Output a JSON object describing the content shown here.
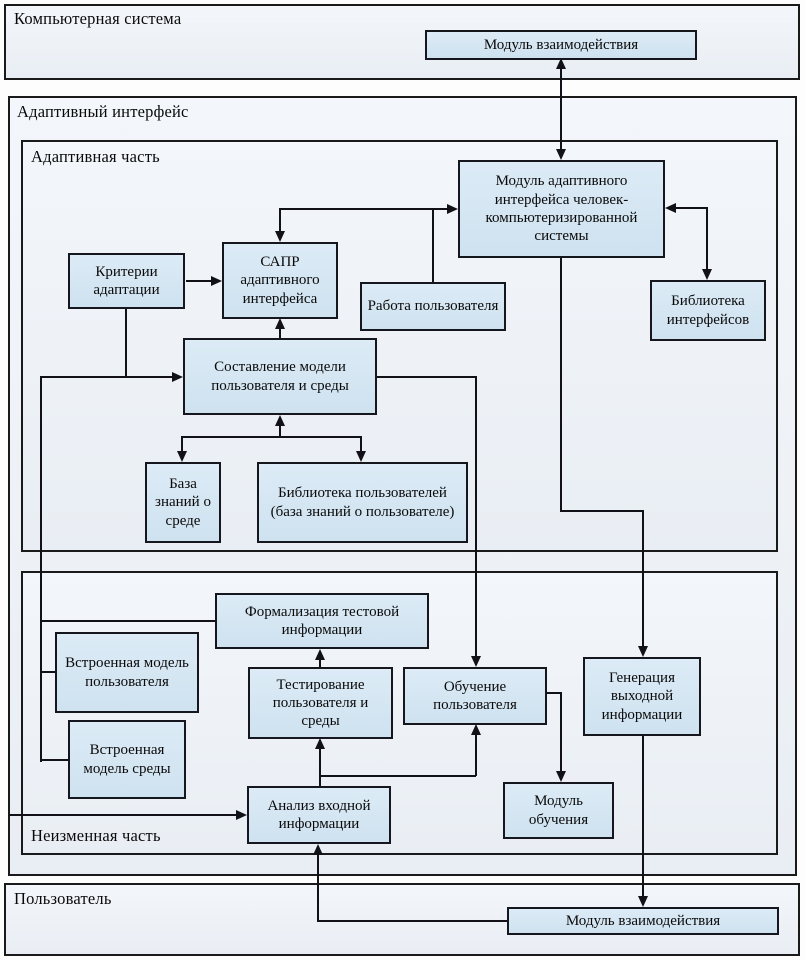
{
  "diagram": {
    "type": "block-diagram",
    "language": "ru",
    "containers": {
      "computer_system": {
        "label": "Компьютерная система"
      },
      "adaptive_interface": {
        "label": "Адаптивный интерфейс"
      },
      "adaptive_part": {
        "label": "Адаптивная часть"
      },
      "fixed_part": {
        "label": "Неизменная часть"
      },
      "user": {
        "label": "Пользователь"
      }
    },
    "nodes": {
      "interaction_module_top": {
        "label": "Модуль взаимодействия"
      },
      "adaptive_module": {
        "label": "Модуль адаптивного интерфейса человек-компьютеризированной системы"
      },
      "adaptation_criteria": {
        "label": "Критерии адаптации"
      },
      "cad_adaptive_interface": {
        "label": "САПР адаптивного интерфейса"
      },
      "user_work": {
        "label": "Работа пользователя"
      },
      "interface_library": {
        "label": "Библиотека интерфейсов"
      },
      "model_composition": {
        "label": "Составление модели пользователя и среды"
      },
      "environment_kb": {
        "label": "База знаний о среде"
      },
      "user_library": {
        "label": "Библиотека пользователей (база знаний о пользователе)"
      },
      "test_info_formalization": {
        "label": "Формализация тестовой информации"
      },
      "builtin_user_model": {
        "label": "Встроенная модель пользователя"
      },
      "builtin_env_model": {
        "label": "Встроенная модель среды"
      },
      "user_env_testing": {
        "label": "Тестирование пользователя и среды"
      },
      "user_training": {
        "label": "Обучение пользователя"
      },
      "output_generation": {
        "label": "Генерация выходной информации"
      },
      "input_analysis": {
        "label": "Анализ входной информации"
      },
      "training_module": {
        "label": "Модуль обучения"
      },
      "interaction_module_bottom": {
        "label": "Модуль взаимодействия"
      }
    },
    "colors": {
      "node_fill": "#cfe2f0",
      "node_border": "#16161f",
      "connector_line": "#111117",
      "container_fill": "#f3f6fa",
      "container_border": "#1a1a1a"
    }
  }
}
